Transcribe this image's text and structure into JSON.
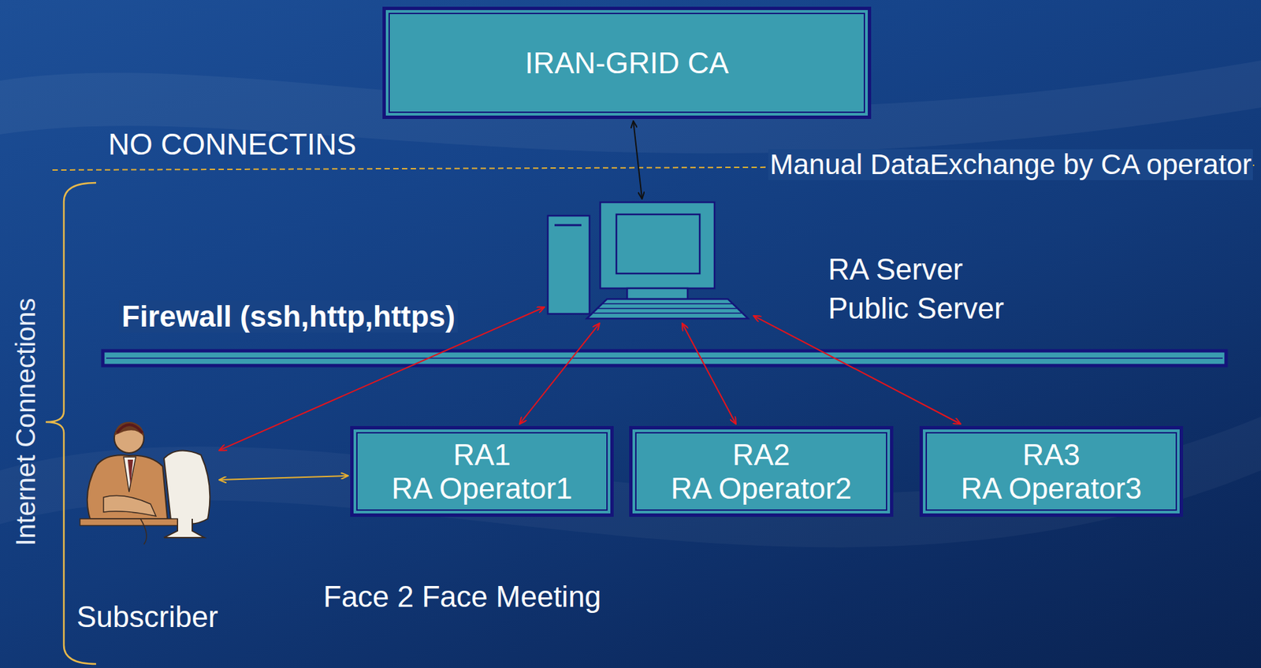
{
  "diagram": {
    "nodes": [
      {
        "text": [
          "IRAN-GRID CA"
        ]
      },
      {
        "text": [
          "RA Server",
          "Public Server"
        ]
      },
      {
        "text": [
          "Subscriber"
        ]
      },
      {
        "text": [
          "RA1",
          "RA Operator1"
        ]
      },
      {
        "text": [
          "RA2",
          "RA Operator2"
        ]
      },
      {
        "text": [
          "RA3",
          "RA Operator3"
        ]
      }
    ],
    "edges": [
      {
        "from": 0,
        "to": 1,
        "arrow": "both"
      },
      {
        "from": 1,
        "to": 2,
        "arrow": "both"
      },
      {
        "from": 1,
        "to": 3,
        "arrow": "both"
      },
      {
        "from": 1,
        "to": 4,
        "arrow": "both"
      },
      {
        "from": 1,
        "to": 5,
        "arrow": "both"
      },
      {
        "from": 2,
        "to": 3,
        "arrow": "both"
      }
    ],
    "labels": [
      "NO CONNECTINS",
      "Manual DataExchange by CA operator",
      "Firewall (ssh,http,https)",
      "Internet Connections",
      "Face 2 Face Meeting"
    ]
  }
}
